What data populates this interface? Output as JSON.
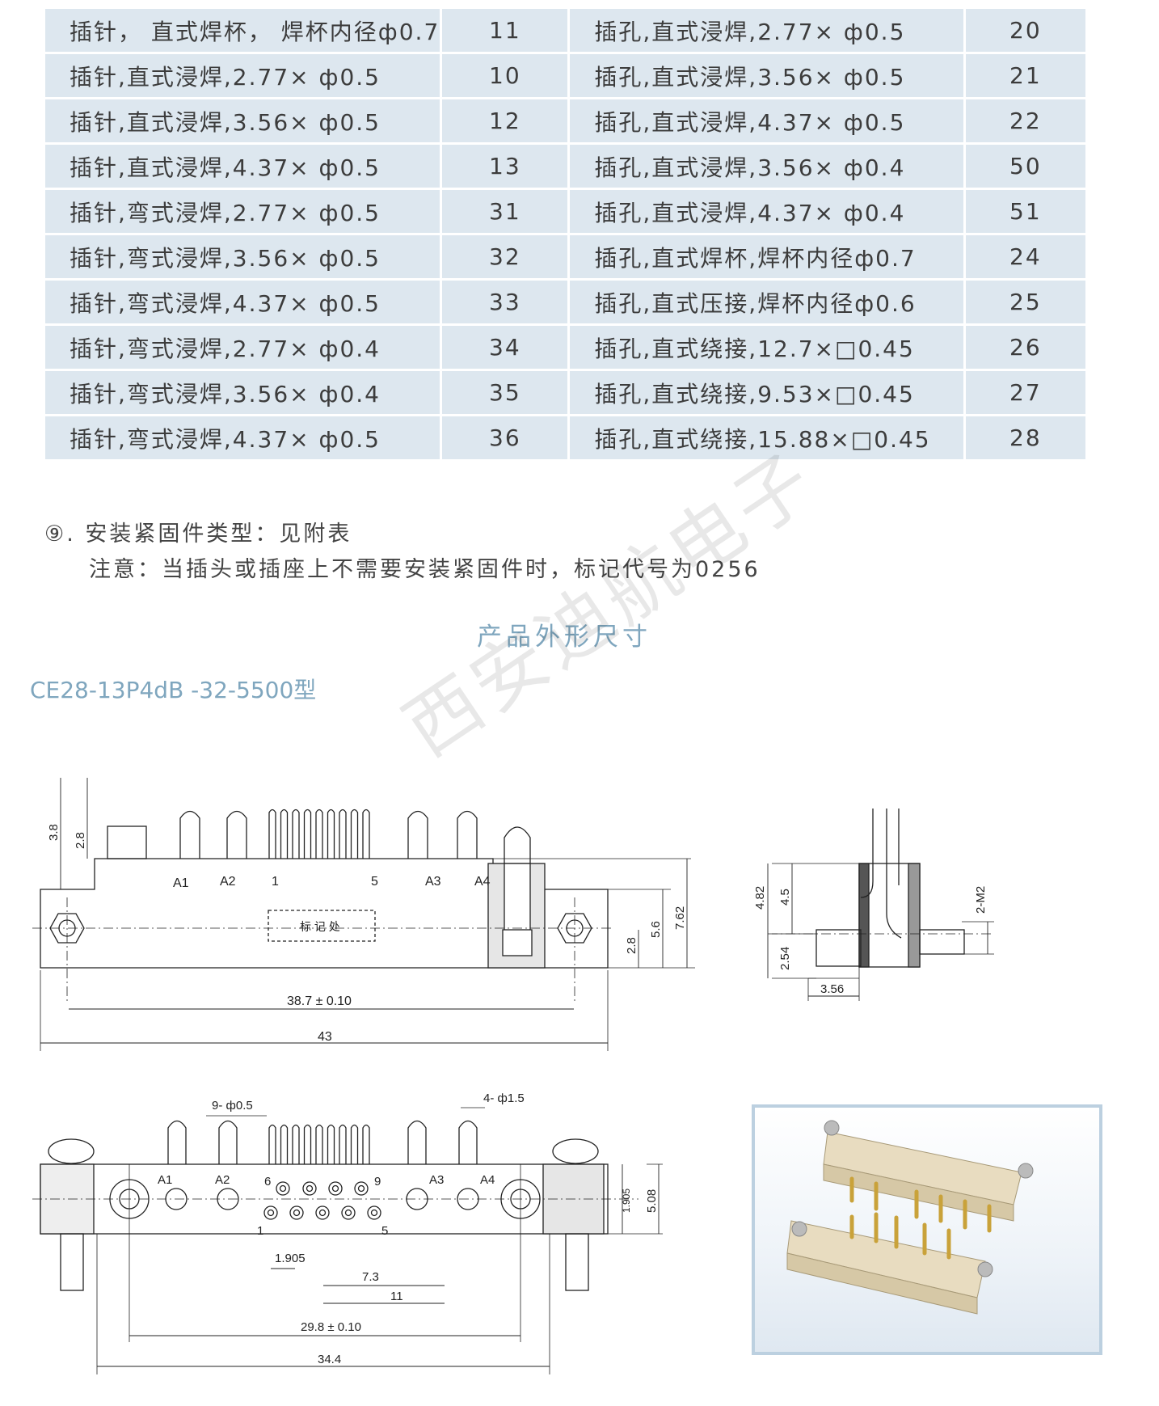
{
  "table": {
    "rows": [
      {
        "left_desc": "插针， 直式焊杯， 焊杯内径ф0.7",
        "left_code": "11",
        "right_desc": "插孔,直式浸焊,2.77× ф0.5",
        "right_code": "20"
      },
      {
        "left_desc": "插针,直式浸焊,2.77× ф0.5",
        "left_code": "10",
        "right_desc": "插孔,直式浸焊,3.56× ф0.5",
        "right_code": "21"
      },
      {
        "left_desc": "插针,直式浸焊,3.56× ф0.5",
        "left_code": "12",
        "right_desc": "插孔,直式浸焊,4.37× ф0.5",
        "right_code": "22"
      },
      {
        "left_desc": "插针,直式浸焊,4.37× ф0.5",
        "left_code": "13",
        "right_desc": "插孔,直式浸焊,3.56× ф0.4",
        "right_code": "50"
      },
      {
        "left_desc": "插针,弯式浸焊,2.77× ф0.5",
        "left_code": "31",
        "right_desc": "插孔,直式浸焊,4.37× ф0.4",
        "right_code": "51"
      },
      {
        "left_desc": "插针,弯式浸焊,3.56× ф0.5",
        "left_code": "32",
        "right_desc": "插孔,直式焊杯,焊杯内径ф0.7",
        "right_code": "24"
      },
      {
        "left_desc": "插针,弯式浸焊,4.37× ф0.5",
        "left_code": "33",
        "right_desc": "插孔,直式压接,焊杯内径ф0.6",
        "right_code": "25"
      },
      {
        "left_desc": "插针,弯式浸焊,2.77× ф0.4",
        "left_code": "34",
        "right_desc": "插孔,直式绕接,12.7×□0.45",
        "right_code": "26"
      },
      {
        "left_desc": "插针,弯式浸焊,3.56× ф0.4",
        "left_code": "35",
        "right_desc": "插孔,直式绕接,9.53×□0.45",
        "right_code": "27"
      },
      {
        "left_desc": "插针,弯式浸焊,4.37× ф0.5",
        "left_code": "36",
        "right_desc": "插孔,直式绕接,15.88×□0.45",
        "right_code": "28"
      }
    ]
  },
  "notes": {
    "item9": "⑨. 安装紧固件类型：见附表",
    "item9_note": "注意：当插头或插座上不需要安装紧固件时，标记代号为0256"
  },
  "section_title": "产品外形尺寸",
  "model_name": "CE28-13P4dB -32-5500型",
  "watermark": "西安迪航电子",
  "drawing_front": {
    "dim_3_8": "3.8",
    "dim_2_8": "2.8",
    "pin_A1": "A1",
    "pin_A2": "A2",
    "pin_1": "1",
    "pin_5": "5",
    "pin_A3": "A3",
    "pin_A4": "A4",
    "marking_area": "标 记 处",
    "dim_5_6": "5.6",
    "dim_7_62": "7.62",
    "dim_2_8b": "2.8",
    "dim_38_7": "38.7 ± 0.10",
    "dim_43": "43"
  },
  "drawing_side": {
    "dim_4_82": "4.82",
    "dim_4_5": "4.5",
    "dim_2_54": "2.54",
    "dim_3_56": "3.56",
    "dim_2_M2": "2-M2"
  },
  "drawing_bottom": {
    "dim_9_phi": "9- ф0.5",
    "dim_4_phi": "4- ф1.5",
    "pin_A1": "A1",
    "pin_A2": "A2",
    "pin_6": "6",
    "pin_9": "9",
    "pin_A3": "A3",
    "pin_A4": "A4",
    "pin_1": "1",
    "pin_5": "5",
    "dim_1_905v": "1.905",
    "dim_5_08": "5.08",
    "dim_1_905": "1.905",
    "dim_7_3": "7.3",
    "dim_11": "11",
    "dim_29_8": "29.8 ± 0.10",
    "dim_34_4": "34.4"
  },
  "colors": {
    "table_bg": "#dde7ef",
    "accent": "#7fa6be"
  }
}
